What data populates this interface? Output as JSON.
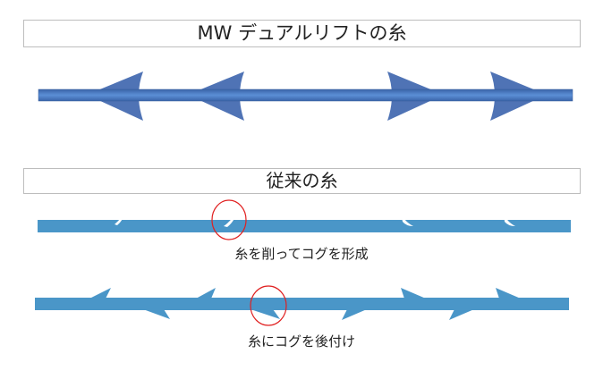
{
  "mw_section": {
    "title": "MW デュアルリフトの糸"
  },
  "conventional_section": {
    "title": "従来の糸",
    "cut_caption": "糸を削ってコグを形成",
    "attached_caption": "糸にコグを後付け"
  },
  "colors": {
    "mw_thread": "#4a78c0",
    "conventional_thread": "#4a96c8",
    "highlight_circle": "#e02020"
  }
}
